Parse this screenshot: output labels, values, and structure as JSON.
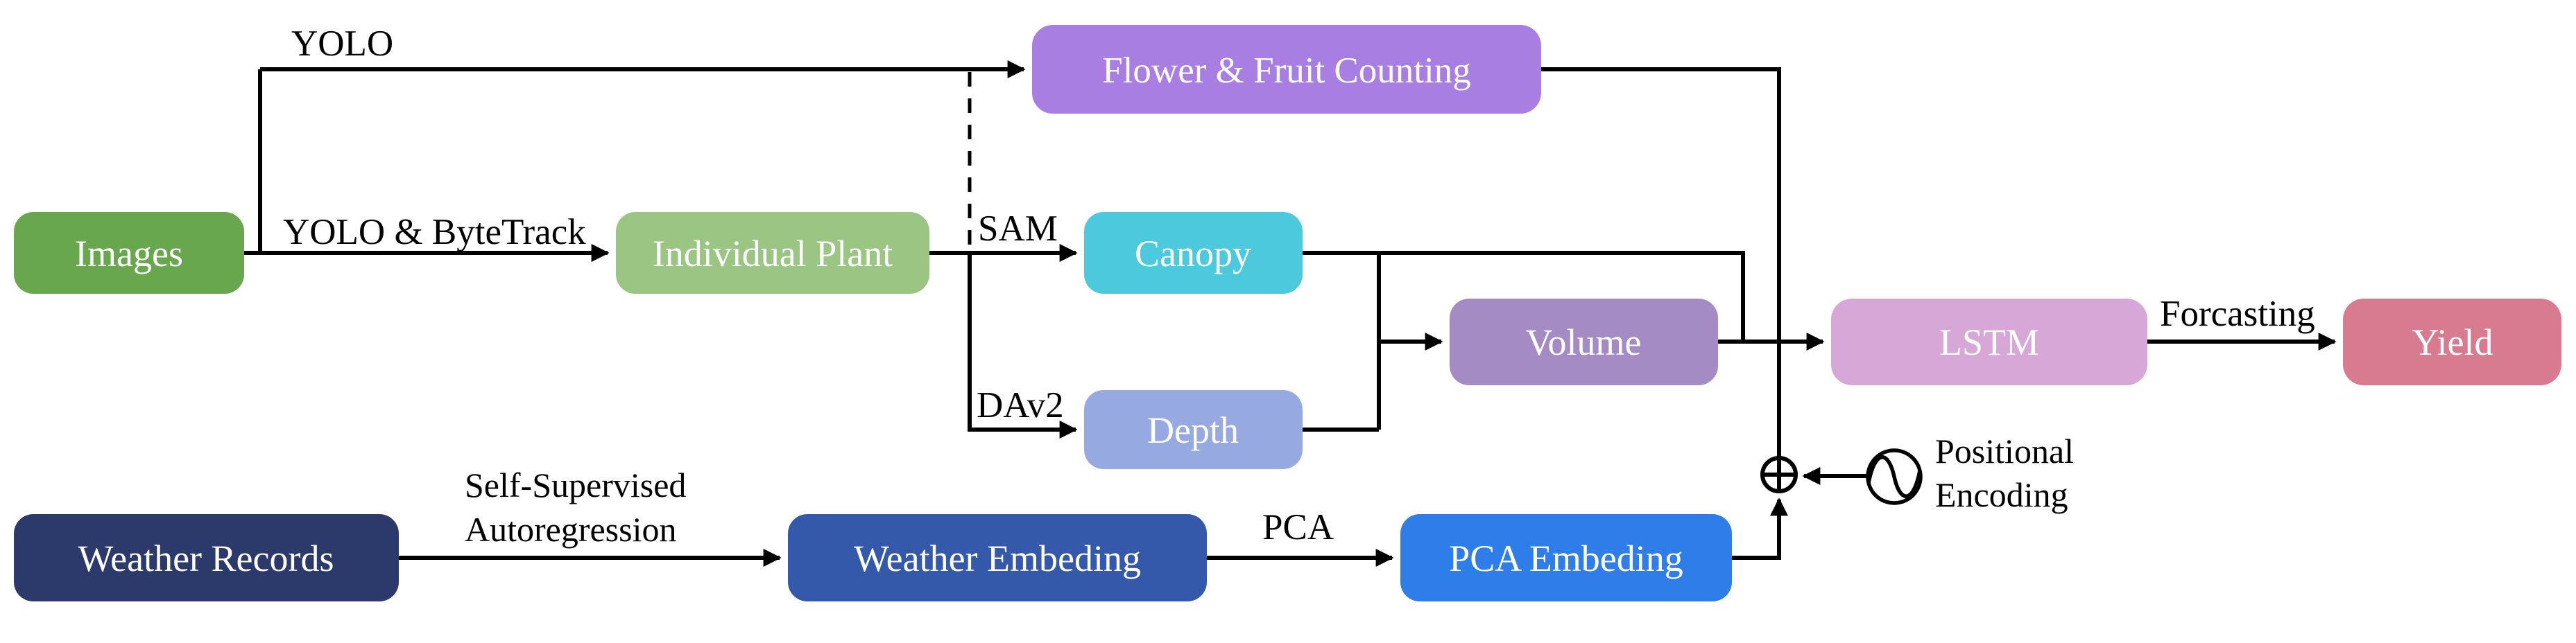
{
  "diagram": {
    "description": "Yield forecasting pipeline flowchart",
    "boxes": {
      "images": {
        "label": "Images",
        "color": "#69A74E"
      },
      "individual_plant": {
        "label": "Individual Plant",
        "color": "#9AC583"
      },
      "flower_fruit_counting": {
        "label": "Flower & Fruit Counting",
        "color": "#A87EE3"
      },
      "canopy": {
        "label": "Canopy",
        "color": "#4DC9DE"
      },
      "depth": {
        "label": "Depth",
        "color": "#97A9E1"
      },
      "volume": {
        "label": "Volume",
        "color": "#A48BC4"
      },
      "lstm": {
        "label": "LSTM",
        "color": "#D7A7D8"
      },
      "yield": {
        "label": "Yield",
        "color": "#D97B90"
      },
      "weather_records": {
        "label": "Weather Records",
        "color": "#2B3A6A"
      },
      "weather_embeding": {
        "label": "Weather Embeding",
        "color": "#3459AB"
      },
      "pca_embeding": {
        "label": "PCA Embeding",
        "color": "#2F7DE9"
      }
    },
    "edge_labels": {
      "yolo": "YOLO",
      "yolo_bytetrack": "YOLO & ByteTrack",
      "sam": "SAM",
      "dav2": "DAv2",
      "self_supervised_line1": "Self-Supervised",
      "self_supervised_line2": "Autoregression",
      "pca": "PCA",
      "forcasting": "Forcasting",
      "positional_line1": "Positional",
      "positional_line2": "Encoding"
    },
    "icons": {
      "plus_circle_icon": "⊕",
      "sine_wave_icon": "∿"
    },
    "colors": {
      "line": "#000000",
      "box_text": "#FFFFFF",
      "label_text": "#000000",
      "background": "#FFFFFF"
    }
  }
}
